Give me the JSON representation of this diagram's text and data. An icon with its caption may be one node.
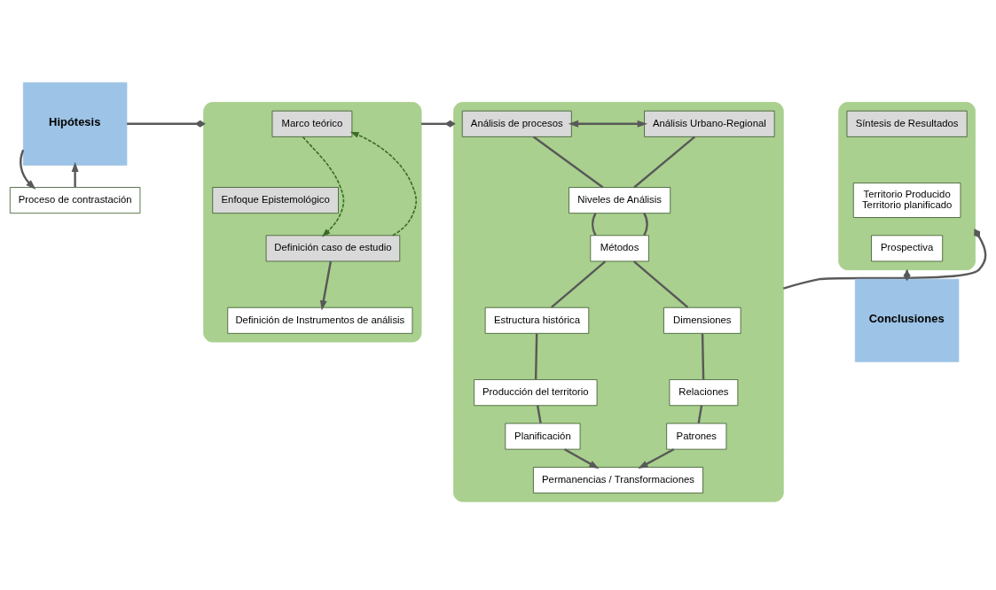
{
  "diagram": {
    "nodes": [
      {
        "text": [
          "Hipótesis"
        ]
      },
      {
        "text": [
          "Proceso de contrastación"
        ]
      },
      {
        "text": [],
        "shape": "box"
      },
      {
        "text": [
          "Marco teórico"
        ],
        "in": 2
      },
      {
        "text": [
          "Enfoque Epistemológico"
        ],
        "in": 2
      },
      {
        "text": [
          "Definición caso de estudio"
        ],
        "in": 2
      },
      {
        "text": [
          "Definición de Instrumentos de análisis"
        ],
        "in": 2
      },
      {
        "text": [],
        "shape": "box"
      },
      {
        "text": [
          "Análisis de procesos"
        ],
        "in": 7
      },
      {
        "text": [
          "Análisis Urbano-Regional"
        ],
        "in": 7
      },
      {
        "text": [
          "Niveles de Análisis"
        ],
        "in": 7
      },
      {
        "text": [
          "Métodos"
        ],
        "in": 7
      },
      {
        "text": [
          "Estructura histórica"
        ],
        "in": 7
      },
      {
        "text": [
          "Dimensiones"
        ],
        "in": 7
      },
      {
        "text": [
          "Producción del territorio"
        ],
        "in": 7
      },
      {
        "text": [
          "Relaciones"
        ],
        "in": 7
      },
      {
        "text": [
          "Planificación"
        ],
        "in": 7
      },
      {
        "text": [
          "Patrones"
        ],
        "in": 7
      },
      {
        "text": [
          "Permanencias / Transformaciones"
        ],
        "in": 7
      },
      {
        "text": [],
        "shape": "box"
      },
      {
        "text": [
          "Síntesis de Resultados"
        ],
        "in": 19
      },
      {
        "text": [
          "Territorio Producido",
          "Territorio planificado"
        ],
        "in": 19
      },
      {
        "text": [
          "Prospectiva"
        ],
        "in": 19
      },
      {
        "text": [
          "Conclusiones"
        ]
      }
    ],
    "edges": [
      {
        "from": 0,
        "to": 2,
        "arrow": "other"
      },
      {
        "from": 0,
        "to": 1,
        "arrow": "to"
      },
      {
        "from": 1,
        "to": 0,
        "arrow": "to"
      },
      {
        "from": 5,
        "to": 3,
        "arrow": "to",
        "style": "dashed",
        "color": "#3d6b2a"
      },
      {
        "from": 3,
        "to": 5,
        "arrow": "to",
        "style": "dashed",
        "color": "#3d6b2a"
      },
      {
        "from": 5,
        "to": 6,
        "arrow": "to"
      },
      {
        "from": 2,
        "to": 7,
        "arrow": "other"
      },
      {
        "from": 8,
        "to": 9,
        "arrow": "both"
      },
      {
        "from": 8,
        "to": 10,
        "arrow": "none"
      },
      {
        "from": 9,
        "to": 10,
        "arrow": "none"
      },
      {
        "from": 10,
        "to": 11,
        "arrow": "none"
      },
      {
        "from": 10,
        "to": 11,
        "arrow": "none"
      },
      {
        "from": 11,
        "to": 12,
        "arrow": "none"
      },
      {
        "from": 11,
        "to": 13,
        "arrow": "none"
      },
      {
        "from": 12,
        "to": 14,
        "arrow": "none"
      },
      {
        "from": 13,
        "to": 15,
        "arrow": "none"
      },
      {
        "from": 14,
        "to": 16,
        "arrow": "none"
      },
      {
        "from": 15,
        "to": 17,
        "arrow": "none"
      },
      {
        "from": 16,
        "to": 18,
        "arrow": "to"
      },
      {
        "from": 17,
        "to": 18,
        "arrow": "to"
      },
      {
        "from": 7,
        "to": 19,
        "arrow": "other"
      },
      {
        "from": 19,
        "to": 23,
        "arrow": "other"
      }
    ]
  }
}
